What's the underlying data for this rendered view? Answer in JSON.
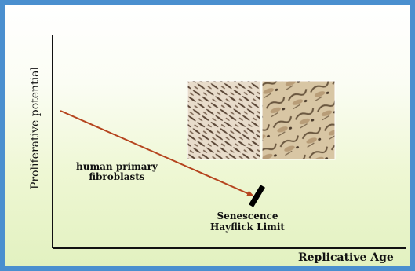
{
  "axis": {
    "y_label": "Proliferative potential",
    "x_label": "Replicative Age"
  },
  "cells_label": {
    "line1": "human primary",
    "line2": "fibroblasts"
  },
  "endpoint_label": {
    "line1": "Senescence",
    "line2": "Hayflick Limit"
  },
  "colors": {
    "frame": "#4a8fcf",
    "arrow": "#b5441e",
    "axis": "#111111",
    "limit_bar": "#000000"
  },
  "images": [
    {
      "name": "young-fibroblast-culture-image",
      "description_kind": "micrograph"
    },
    {
      "name": "senescent-fibroblast-culture-image",
      "description_kind": "micrograph"
    }
  ]
}
